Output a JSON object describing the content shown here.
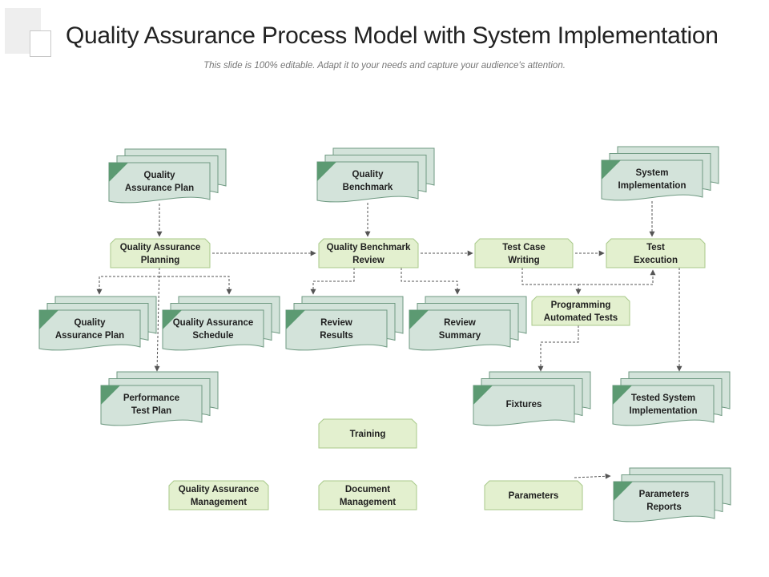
{
  "slide": {
    "title": "Quality Assurance Process Model with System Implementation",
    "subtitle": "This slide is 100% editable. Adapt it to your needs and capture your audience's attention."
  },
  "colors": {
    "doc_fill": "#d3e3da",
    "doc_stroke": "#6f9a82",
    "doc_corner": "#5c9a72",
    "process_fill": "#e3f0cf",
    "process_stroke": "#a8c98a",
    "connector": "#555555"
  },
  "documents": {
    "qa_plan_top": [
      "Quality",
      "Assurance Plan"
    ],
    "quality_benchmark": [
      "Quality",
      "Benchmark"
    ],
    "system_implementation": [
      "System",
      "Implementation"
    ],
    "qa_plan_left": [
      "Quality",
      "Assurance Plan"
    ],
    "qa_schedule": [
      "Quality Assurance",
      "Schedule"
    ],
    "review_results": [
      "Review",
      "Results"
    ],
    "review_summary": [
      "Review",
      "Summary"
    ],
    "performance_test_plan": [
      "Performance",
      "Test Plan"
    ],
    "fixtures": [
      "Fixtures"
    ],
    "tested_system_implementation": [
      "Tested System",
      "Implementation"
    ],
    "parameters_reports": [
      "Parameters",
      "Reports"
    ]
  },
  "processes": {
    "qa_planning": [
      "Quality Assurance",
      "Planning"
    ],
    "benchmark_review": [
      "Quality Benchmark",
      "Review"
    ],
    "test_case_writing": [
      "Test Case",
      "Writing"
    ],
    "test_execution": [
      "Test",
      "Execution"
    ],
    "programming_automated_tests": [
      "Programming",
      "Automated Tests"
    ],
    "training": [
      "Training"
    ],
    "qa_management": [
      "Quality Assurance",
      "Management"
    ],
    "document_management": [
      "Document",
      "Management"
    ],
    "parameters": [
      "Parameters"
    ]
  }
}
